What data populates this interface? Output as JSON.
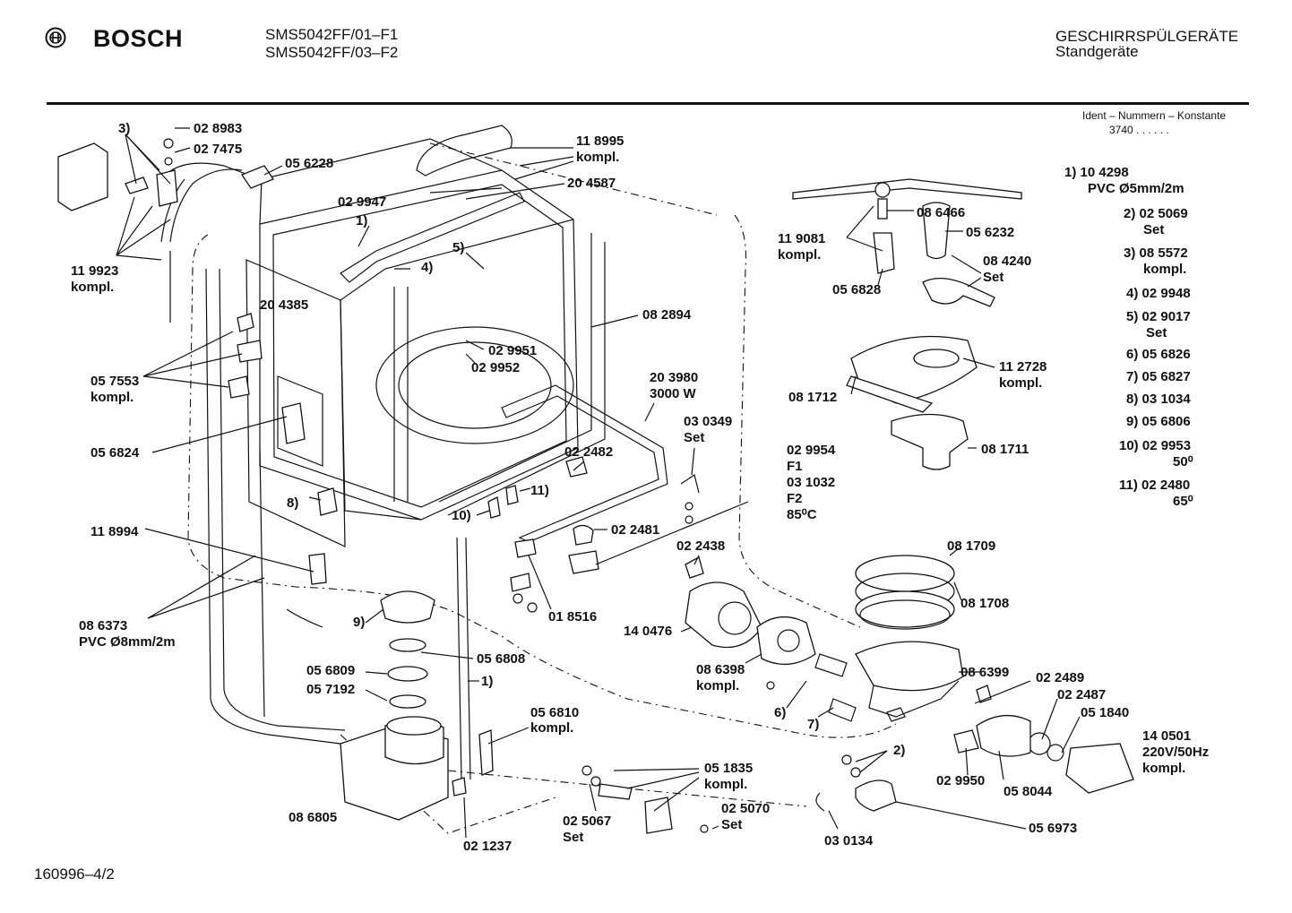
{
  "header": {
    "brand": "BOSCH",
    "models": [
      "SMS5042FF/01–F1",
      "SMS5042FF/03–F2"
    ],
    "category": "GESCHIRRSPÜLGERÄTE",
    "subcategory": "Standgeräte",
    "ident_label": "Ident – Nummern – Konstante",
    "ident_value": "3740 . . . . . ."
  },
  "footer": {
    "doc_id": "160996–4/2"
  },
  "labels": [
    "3)",
    "02 8983",
    "02 7475",
    "05 6228",
    "11 8995",
    "kompl.",
    "02 9947",
    "20 4587",
    "1)",
    "4)",
    "5)",
    "11 9923",
    "kompl.",
    "20 4385",
    "08 2894",
    "02 9951",
    "02 9952",
    "05 7553",
    "kompl.",
    "05 6824",
    "20 3980",
    "3000 W",
    "03 0349",
    "Set",
    "02 2482",
    "8)",
    "11)",
    "10)",
    "11 8994",
    "02 2481",
    "02 2438",
    "01 8516",
    "08 6373",
    "PVC Ø8mm/2m",
    "9)",
    "05 6808",
    "14 0476",
    "05 6809",
    "05 7192",
    "1)",
    "05 6810",
    "kompl.",
    "08 6398",
    "kompl.",
    "6)",
    "7)",
    "05 1835",
    "kompl.",
    "08 6805",
    "02 5067",
    "Set",
    "02 5070",
    "Set",
    "02 1237",
    "03 0134",
    "2)",
    "02 9950",
    "05 8044",
    "05 6973",
    "02 2489",
    "02 2487",
    "05 1840",
    "14 0501",
    "220V/50Hz",
    "kompl.",
    "08 6399",
    "08 1709",
    "08 1708",
    "08 6466",
    "05 6232",
    "11 9081",
    "kompl.",
    "08 4240",
    "Set",
    "05 6828",
    "11 2728",
    "kompl.",
    "08 1712",
    "08 1711",
    "02 9954",
    "F1",
    "03 1032",
    "F2",
    "85⁰C"
  ],
  "legend": [
    [
      "1) 10 4298",
      "PVC Ø5mm/2m"
    ],
    [
      "2) 02 5069",
      "Set"
    ],
    [
      "3) 08 5572",
      "kompl."
    ],
    [
      "4) 02 9948"
    ],
    [
      "5) 02 9017",
      "Set"
    ],
    [
      "6) 05 6826"
    ],
    [
      "7) 05 6827"
    ],
    [
      "8) 03 1034"
    ],
    [
      "9) 05 6806"
    ],
    [
      "10) 02 9953",
      "50⁰"
    ],
    [
      "11) 02 2480",
      "65⁰"
    ]
  ]
}
